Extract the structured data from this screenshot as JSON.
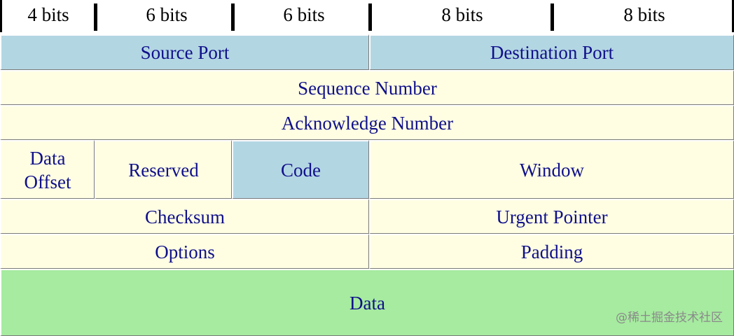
{
  "bits": [
    "4 bits",
    "6 bits",
    "6 bits",
    "8 bits",
    "8 bits"
  ],
  "fields": {
    "source_port": "Source Port",
    "destination_port": "Destination Port",
    "sequence_number": "Sequence Number",
    "acknowledge_number": "Acknowledge Number",
    "data_offset_line1": "Data",
    "data_offset_line2": "Offset",
    "reserved": "Reserved",
    "code": "Code",
    "window": "Window",
    "checksum": "Checksum",
    "urgent_pointer": "Urgent Pointer",
    "options": "Options",
    "padding": "Padding",
    "data": "Data"
  },
  "colors": {
    "header_blue": "#b3d6e3",
    "cream": "#fffee3",
    "data_green": "#a6eba0",
    "text_navy": "#10108a"
  },
  "watermark": "@稀土掘金技术社区"
}
